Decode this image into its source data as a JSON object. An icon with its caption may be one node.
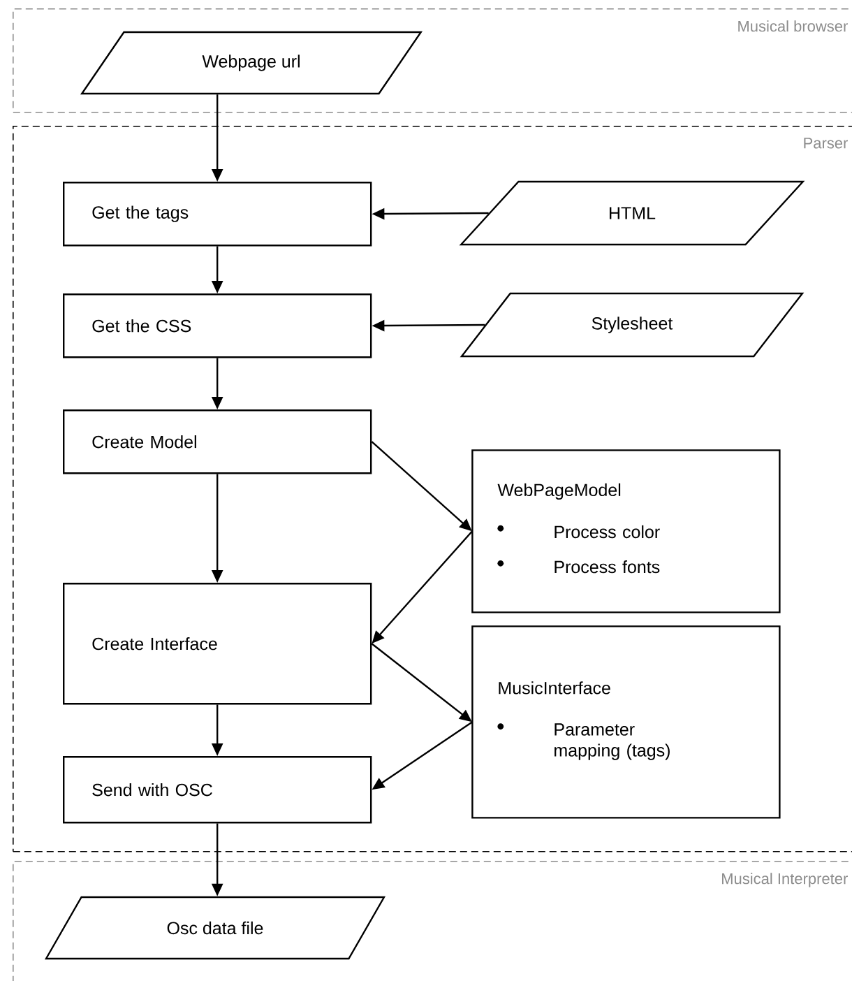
{
  "diagram": {
    "nodes": [
      {
        "text": [
          "Musical browser"
        ]
      },
      {
        "text": [
          "Webpage url"
        ],
        "in": 0
      },
      {
        "text": [
          "Parser"
        ]
      },
      {
        "text": [
          "Get the tags"
        ],
        "in": 2
      },
      {
        "text": [
          "HTML"
        ],
        "in": 2
      },
      {
        "text": [
          "Get the CSS"
        ],
        "in": 2
      },
      {
        "text": [
          "Stylesheet"
        ],
        "in": 2
      },
      {
        "text": [
          "Create Model"
        ],
        "in": 2
      },
      {
        "text": [
          "WebPageModel",
          "Process color",
          "Process fonts"
        ],
        "in": 2
      },
      {
        "text": [
          "Create Interface"
        ],
        "in": 2
      },
      {
        "text": [
          "MusicInterface",
          "Parameter mapping (tags)"
        ],
        "in": 2
      },
      {
        "text": [
          "Send with OSC"
        ],
        "in": 2
      },
      {
        "text": [
          "Musical Interpreter"
        ]
      },
      {
        "text": [
          "Osc data file"
        ],
        "in": 12
      }
    ],
    "edges": [
      {
        "from": 1,
        "to": 3,
        "arrow": "to"
      },
      {
        "from": 4,
        "to": 3,
        "arrow": "to"
      },
      {
        "from": 3,
        "to": 5,
        "arrow": "to"
      },
      {
        "from": 6,
        "to": 5,
        "arrow": "to"
      },
      {
        "from": 5,
        "to": 7,
        "arrow": "to"
      },
      {
        "from": 7,
        "to": 8,
        "arrow": "to"
      },
      {
        "from": 7,
        "to": 9,
        "arrow": "to"
      },
      {
        "from": 8,
        "to": 9,
        "arrow": "to"
      },
      {
        "from": 9,
        "to": 10,
        "arrow": "to"
      },
      {
        "from": 9,
        "to": 11,
        "arrow": "to"
      },
      {
        "from": 10,
        "to": 11,
        "arrow": "to"
      },
      {
        "from": 11,
        "to": 13,
        "arrow": "to"
      }
    ]
  }
}
